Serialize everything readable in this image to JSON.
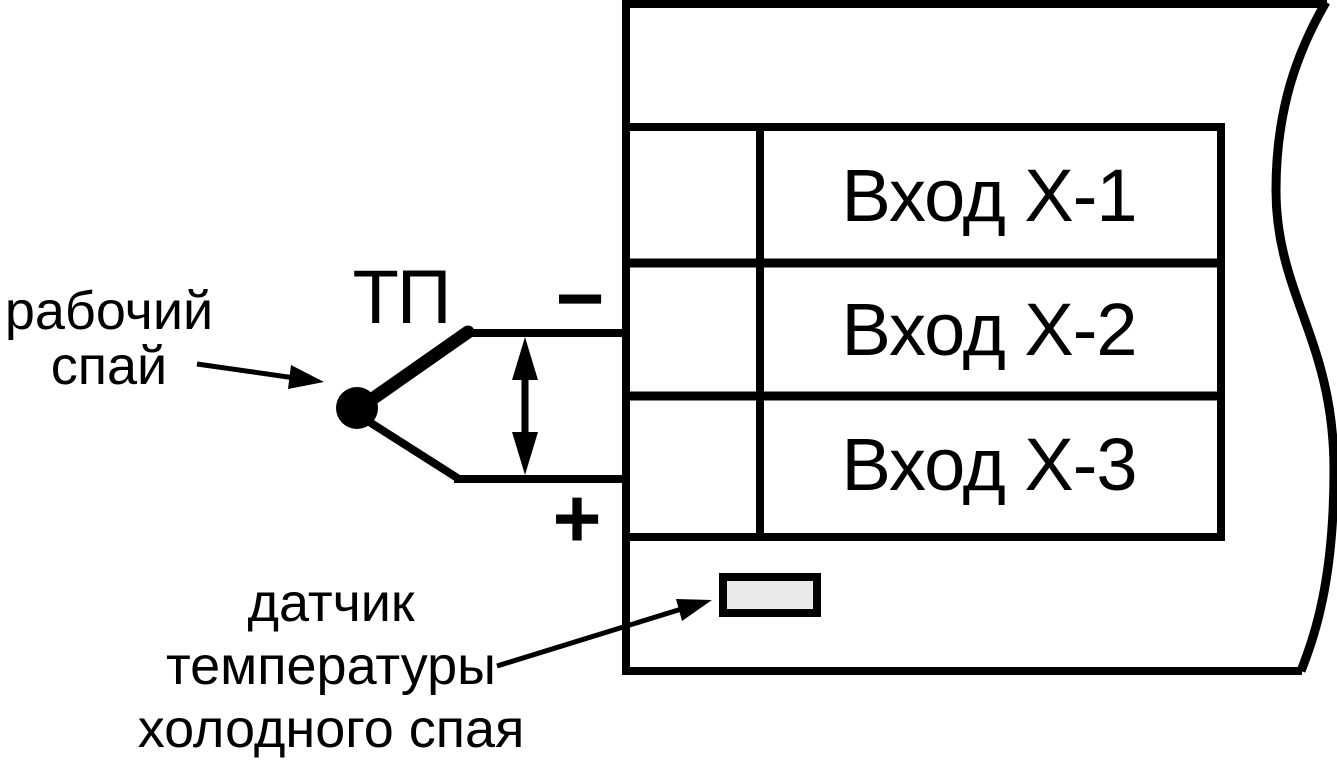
{
  "diagram": {
    "colors": {
      "line": "#000000",
      "background": "#ffffff",
      "sensor_fill": "#e8eaec"
    },
    "thermocouple": {
      "label": "ТП"
    },
    "working_junction": {
      "line1": "рабочий",
      "line2": "спай"
    },
    "polarity": {
      "minus": "−",
      "plus": "+"
    },
    "inputs": [
      {
        "label": "Вход Х-1"
      },
      {
        "label": "Вход Х-2"
      },
      {
        "label": "Вход Х-3"
      }
    ],
    "cold_junction_sensor": {
      "line1": "датчик",
      "line2": "температуры",
      "line3": "холодного спая"
    }
  }
}
